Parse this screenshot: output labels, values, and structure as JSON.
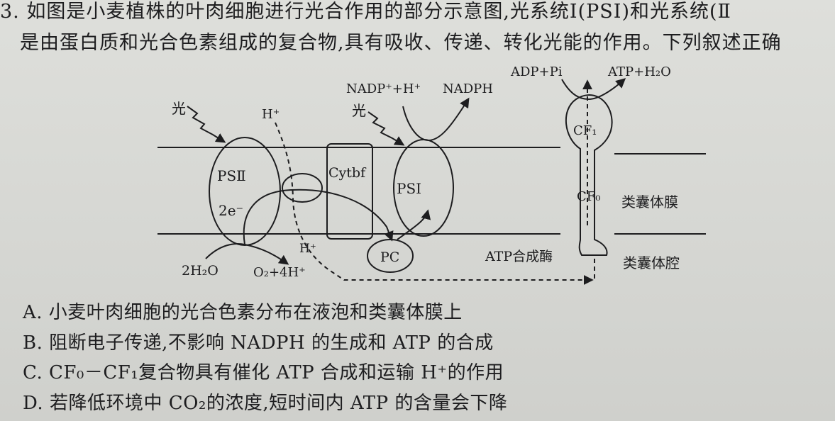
{
  "question": {
    "stem_line1": "3. 如图是小麦植株的叶肉细胞进行光合作用的部分示意图,光系统Ⅰ(PSⅠ)和光系统(Ⅱ",
    "stem_line2": "是由蛋白质和光合色素组成的复合物,具有吸收、传递、转化光能的作用。下列叙述正确"
  },
  "diagram": {
    "light_1": "光",
    "light_2": "光",
    "h_top": "H⁺",
    "ps2": "PSⅡ",
    "e2": "2e⁻",
    "cytbf": "Cytbf",
    "ps1": "PSⅠ",
    "pc": "PC",
    "h_mid": "H⁺",
    "water": "2H₂O",
    "o2": "O₂+4H⁺",
    "nadp": "NADP⁺+H⁺",
    "nadph": "NADPH",
    "adp": "ADP+Pi",
    "atp": "ATP+H₂O",
    "cf1": "CF₁",
    "cf0": "CF₀",
    "membrane": "类囊体膜",
    "lumen": "类囊体腔",
    "synthase": "ATP合成酶"
  },
  "options": {
    "a": "A. 小麦叶肉细胞的光合色素分布在液泡和类囊体膜上",
    "b": "B. 阻断电子传递,不影响 NADPH 的生成和 ATP 的合成",
    "c": "C. CF₀－CF₁复合物具有催化 ATP 合成和运输 H⁺的作用",
    "d": "D. 若降低环境中 CO₂的浓度,短时间内 ATP 的含量会下降"
  }
}
